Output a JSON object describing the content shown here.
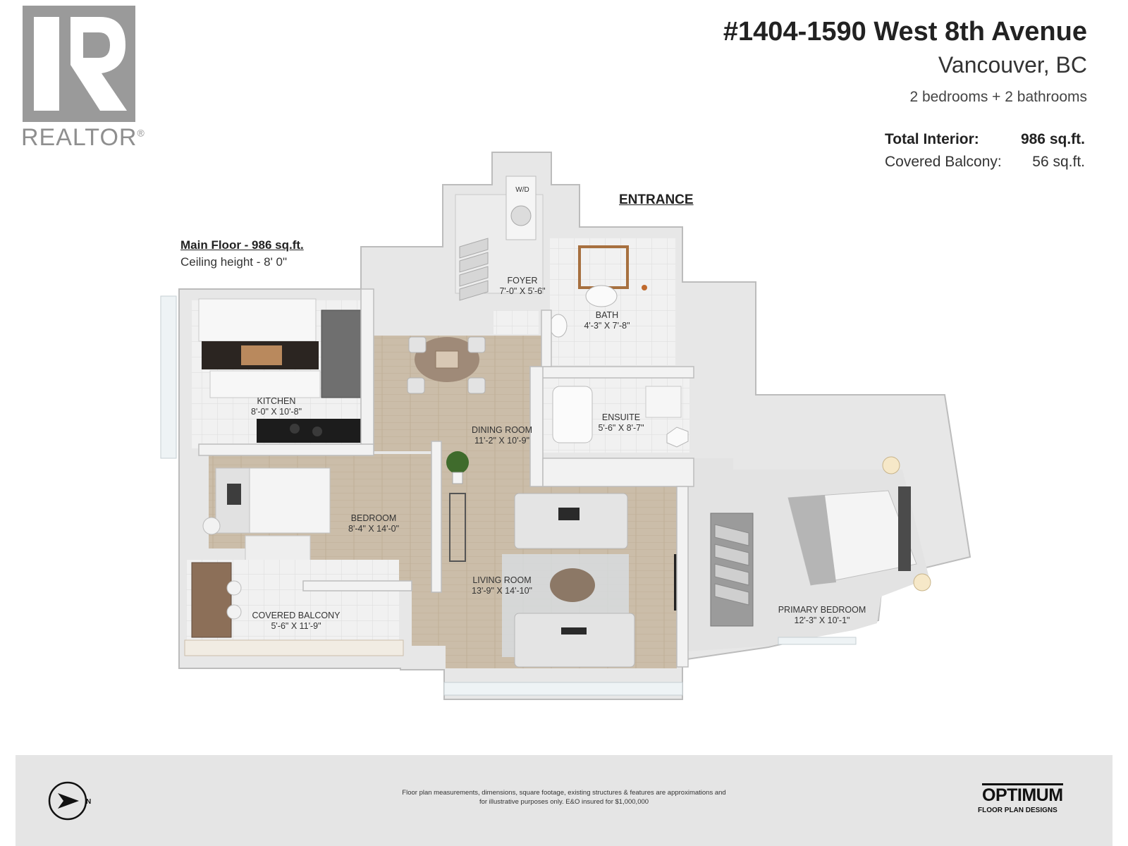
{
  "logo": {
    "wordmark": "REALTOR",
    "mark": "®",
    "icon": "realtor-r-icon"
  },
  "header": {
    "address": "#1404-1590 West 8th Avenue",
    "city": "Vancouver, BC",
    "bedrooms": "2 bedrooms + 2 bathrooms",
    "total_interior_label": "Total Interior:",
    "total_interior_value": "986 sq.ft.",
    "covered_balcony_label": "Covered Balcony:",
    "covered_balcony_value": "56 sq.ft."
  },
  "floor": {
    "title": "Main Floor - 986 sq.ft.",
    "ceiling": "Ceiling height - 8' 0\""
  },
  "entrance_label": "ENTRANCE",
  "rooms": [
    {
      "name": "W/D",
      "dim": ""
    },
    {
      "name": "FOYER",
      "dim": "7'-0\" X 5'-6\""
    },
    {
      "name": "BATH",
      "dim": "4'-3\" X 7'-8\""
    },
    {
      "name": "KITCHEN",
      "dim": "8'-0\" X 10'-8\""
    },
    {
      "name": "ENSUITE",
      "dim": "5'-6\" X 8'-7\""
    },
    {
      "name": "DINING ROOM",
      "dim": "11'-2\" X 10'-9\""
    },
    {
      "name": "BEDROOM",
      "dim": "8'-4\" X 14'-0\""
    },
    {
      "name": "LIVING ROOM",
      "dim": "13'-9\" X 14'-10\""
    },
    {
      "name": "COVERED BALCONY",
      "dim": "5'-6\" X 11'-9\""
    },
    {
      "name": "PRIMARY BEDROOM",
      "dim": "12'-3\" X 10'-1\""
    }
  ],
  "footer": {
    "disclaimer_line1": "Floor plan measurements, dimensions, square footage, existing structures & features are approximations and",
    "disclaimer_line2": "for illustrative purposes only.  E&O insured for $1,000,000",
    "compass_letter": "N",
    "brand_main": "OPTIMUM",
    "brand_sub": "FLOOR PLAN DESIGNS"
  },
  "colors": {
    "wall": "#cfcfcf",
    "wall_top": "#e9e9e9",
    "wood_floor": "#cbbda9",
    "carpet": "#e2e2e2",
    "tile": "#f2f2f2",
    "footer_bg": "#e5e5e5",
    "logo_gray": "#8f8f8f"
  }
}
